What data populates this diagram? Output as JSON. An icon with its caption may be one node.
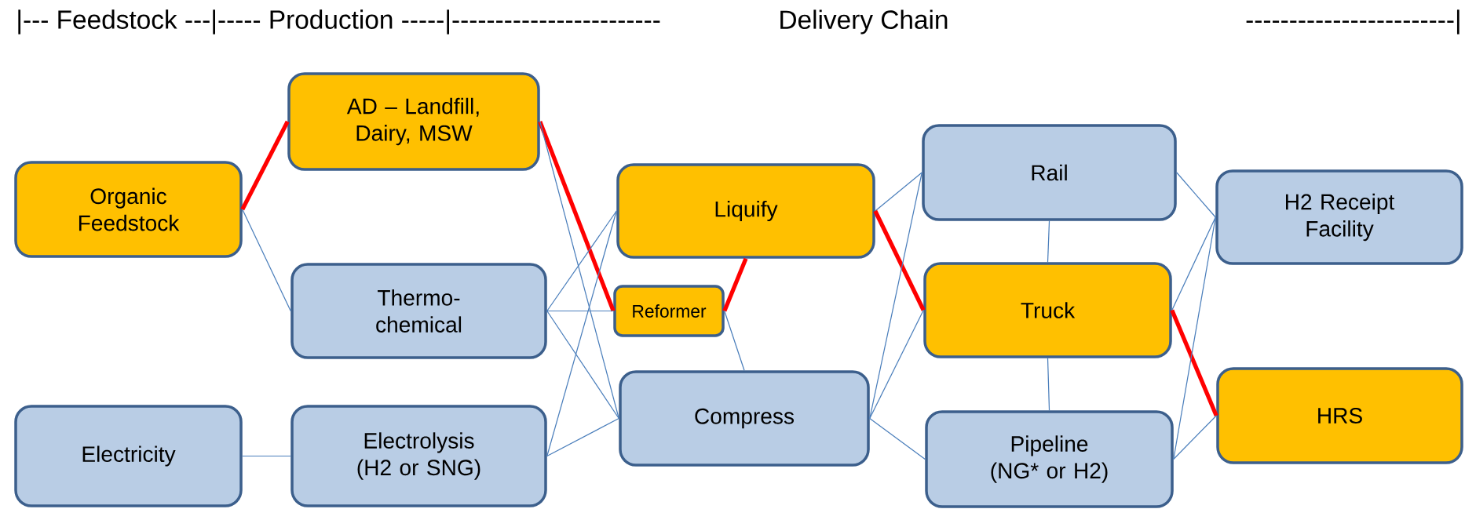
{
  "diagram": {
    "nodes": [
      {
        "text": [
          "Organic Feedstock"
        ]
      },
      {
        "text": [
          "AD – Landfill, Dairy, MSW"
        ]
      },
      {
        "text": [
          "Thermo- chemical"
        ]
      },
      {
        "text": [
          "Electricity"
        ]
      },
      {
        "text": [
          "Electrolysis (H2 or SNG)"
        ]
      },
      {
        "text": [
          "Liquify"
        ]
      },
      {
        "text": [
          "Reformer"
        ]
      },
      {
        "text": [
          "Compress"
        ]
      },
      {
        "text": [
          "Rail"
        ]
      },
      {
        "text": [
          "Truck"
        ]
      },
      {
        "text": [
          "Pipeline (NG* or H2)"
        ]
      },
      {
        "text": [
          "H2 Receipt Facility"
        ]
      },
      {
        "text": [
          "HRS"
        ]
      }
    ],
    "edges": [
      {
        "from": 0,
        "to": 1,
        "arrow": "none",
        "style": "thick",
        "color": "#ff0000"
      },
      {
        "from": 0,
        "to": 2,
        "arrow": "none"
      },
      {
        "from": 3,
        "to": 4,
        "arrow": "none"
      },
      {
        "from": 1,
        "to": 6,
        "arrow": "none",
        "style": "thick",
        "color": "#ff0000"
      },
      {
        "from": 1,
        "to": 7,
        "arrow": "none"
      },
      {
        "from": 2,
        "to": 6,
        "arrow": "none"
      },
      {
        "from": 2,
        "to": 5,
        "arrow": "none"
      },
      {
        "from": 2,
        "to": 7,
        "arrow": "none"
      },
      {
        "from": 4,
        "to": 5,
        "arrow": "none"
      },
      {
        "from": 4,
        "to": 7,
        "arrow": "none"
      },
      {
        "from": 6,
        "to": 5,
        "arrow": "none",
        "style": "thick",
        "color": "#ff0000"
      },
      {
        "from": 6,
        "to": 7,
        "arrow": "none"
      },
      {
        "from": 5,
        "to": 8,
        "arrow": "none"
      },
      {
        "from": 5,
        "to": 9,
        "arrow": "none",
        "style": "thick",
        "color": "#ff0000"
      },
      {
        "from": 7,
        "to": 8,
        "arrow": "none"
      },
      {
        "from": 7,
        "to": 9,
        "arrow": "none"
      },
      {
        "from": 7,
        "to": 10,
        "arrow": "none"
      },
      {
        "from": 8,
        "to": 9,
        "arrow": "none"
      },
      {
        "from": 9,
        "to": 10,
        "arrow": "none"
      },
      {
        "from": 8,
        "to": 11,
        "arrow": "none"
      },
      {
        "from": 9,
        "to": 11,
        "arrow": "none"
      },
      {
        "from": 9,
        "to": 12,
        "arrow": "none",
        "style": "thick",
        "color": "#ff0000"
      },
      {
        "from": 10,
        "to": 11,
        "arrow": "none"
      },
      {
        "from": 10,
        "to": 12,
        "arrow": "none"
      }
    ],
    "labels": [
      "|--- Feedstock ---|----- Production -----|------------------------",
      "Delivery Chain",
      "------------------------|"
    ]
  }
}
